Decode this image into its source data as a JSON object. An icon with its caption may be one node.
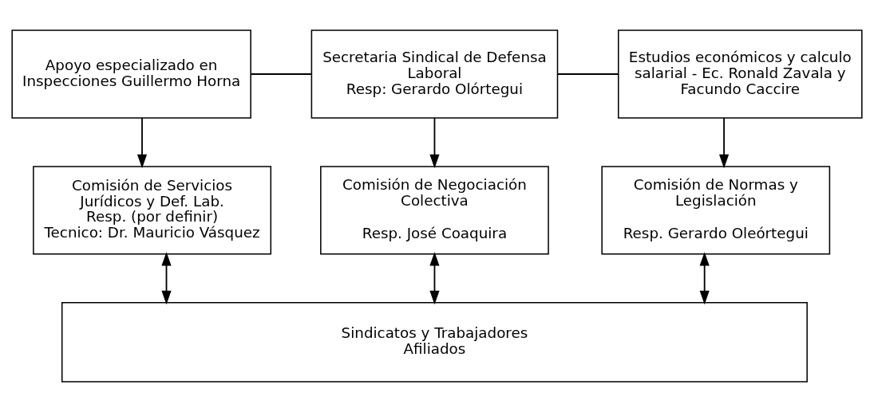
{
  "diagram": {
    "nodes": [
      {
        "text": [
          "Apoyo especializado en Inspecciones Guillermo Horna"
        ]
      },
      {
        "text": [
          "Secretaria Sindical de Defensa Laboral",
          "Resp: Gerardo Olórtegui"
        ]
      },
      {
        "text": [
          "Estudios económicos y calculo salarial - Ec. Ronald Zavala y Facundo Caccire"
        ]
      },
      {
        "text": [
          "Comisión de Servicios Jurídicos y Def. Lab.",
          "Resp. (por definir)",
          "Tecnico: Dr. Mauricio Vásquez"
        ]
      },
      {
        "text": [
          "Comisión de Negociación Colectiva",
          "Resp. José Coaquira"
        ]
      },
      {
        "text": [
          "Comisión de Normas y Legislación",
          "Resp. Gerardo Oleórtegui"
        ]
      },
      {
        "text": [
          "Sindicatos y Trabajadores Afiliados"
        ]
      }
    ],
    "edges": [
      {
        "from": 0,
        "to": 1,
        "arrow": "none"
      },
      {
        "from": 1,
        "to": 2,
        "arrow": "none"
      },
      {
        "from": 0,
        "to": 3,
        "arrow": "to"
      },
      {
        "from": 1,
        "to": 4,
        "arrow": "to"
      },
      {
        "from": 2,
        "to": 5,
        "arrow": "to"
      },
      {
        "from": 3,
        "to": 6,
        "arrow": "both"
      },
      {
        "from": 4,
        "to": 6,
        "arrow": "both"
      },
      {
        "from": 5,
        "to": 6,
        "arrow": "both"
      }
    ]
  }
}
